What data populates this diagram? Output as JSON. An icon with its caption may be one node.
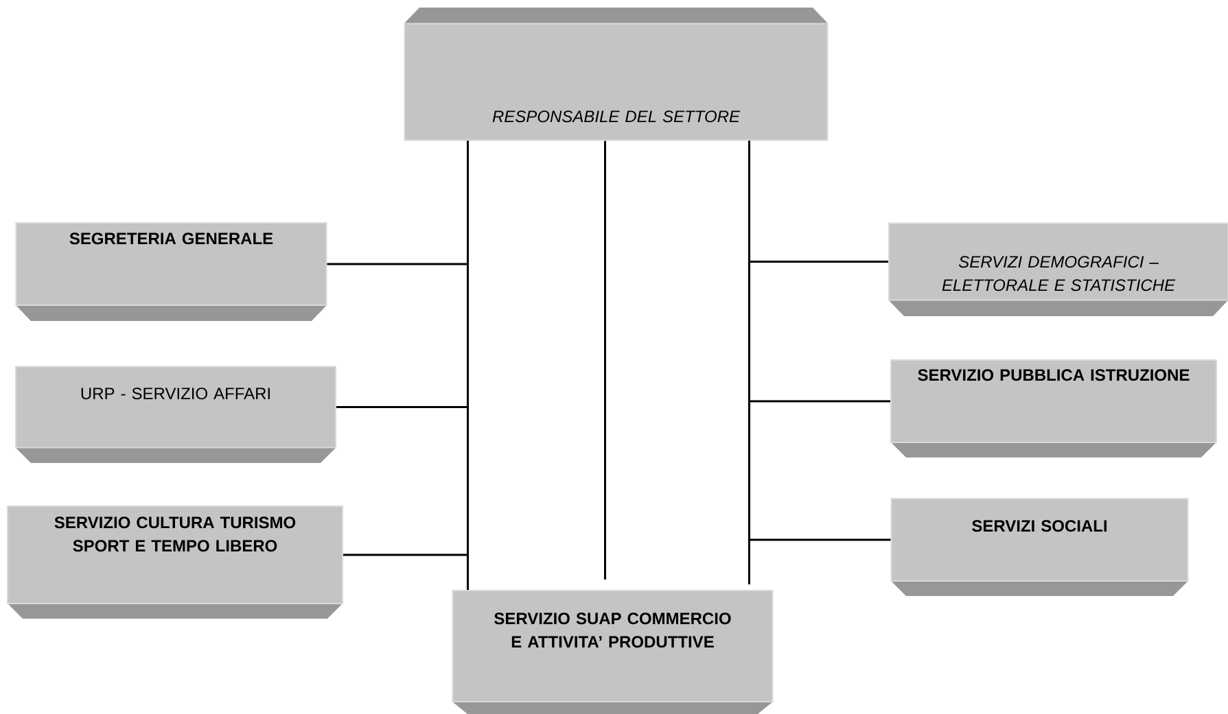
{
  "diagram": {
    "nodes": [
      {
        "text": [
          "RESPONSABILE DEL SETTORE"
        ]
      },
      {
        "text": [
          "SEGRETERIA GENERALE"
        ]
      },
      {
        "text": [
          "URP - SERVIZIO AFFARI"
        ]
      },
      {
        "text": [
          "SERVIZIO CULTURA TURISMO SPORT E TEMPO LIBERO"
        ]
      },
      {
        "text": [
          "SERVIZI DEMOGRAFICI – ELETTORALE E STATISTICHE"
        ]
      },
      {
        "text": [
          "SERVIZIO PUBBLICA ISTRUZIONE"
        ]
      },
      {
        "text": [
          "SERVIZI SOCIALI"
        ]
      },
      {
        "text": [
          "SERVIZIO SUAP COMMERCIO E ATTIVITA’ PRODUTTIVE"
        ]
      }
    ],
    "edges": [
      {
        "from": 0,
        "to": 1,
        "arrow": "none"
      },
      {
        "from": 0,
        "to": 2,
        "arrow": "none"
      },
      {
        "from": 0,
        "to": 3,
        "arrow": "none"
      },
      {
        "from": 0,
        "to": 7,
        "arrow": "none"
      },
      {
        "from": 0,
        "to": 7,
        "arrow": "none"
      },
      {
        "from": 0,
        "to": 7,
        "arrow": "none"
      },
      {
        "from": 0,
        "to": 4,
        "arrow": "none"
      },
      {
        "from": 0,
        "to": 5,
        "arrow": "none"
      },
      {
        "from": 0,
        "to": 6,
        "arrow": "none"
      }
    ]
  }
}
